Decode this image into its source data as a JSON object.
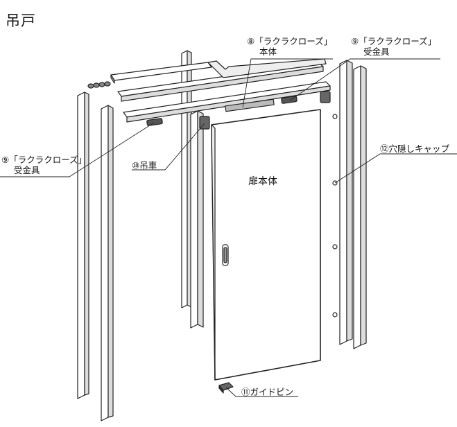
{
  "title": "吊戸",
  "door_label": "扉本体",
  "labels": {
    "rakuraku_body": {
      "line1": "⑧「ラクラクローズ」",
      "line2": "本体"
    },
    "rakuraku_receiver_right": {
      "line1": "⑨「ラクラクローズ」",
      "line2": "受金具"
    },
    "rakuraku_receiver_left": {
      "line1": "⑨「ラクラクローズ」",
      "line2": "受金具"
    },
    "hanger": "⑩吊車",
    "hole_cap": "⑫穴隠しキャップ",
    "guide_pin": "⑪ガイドピン"
  }
}
